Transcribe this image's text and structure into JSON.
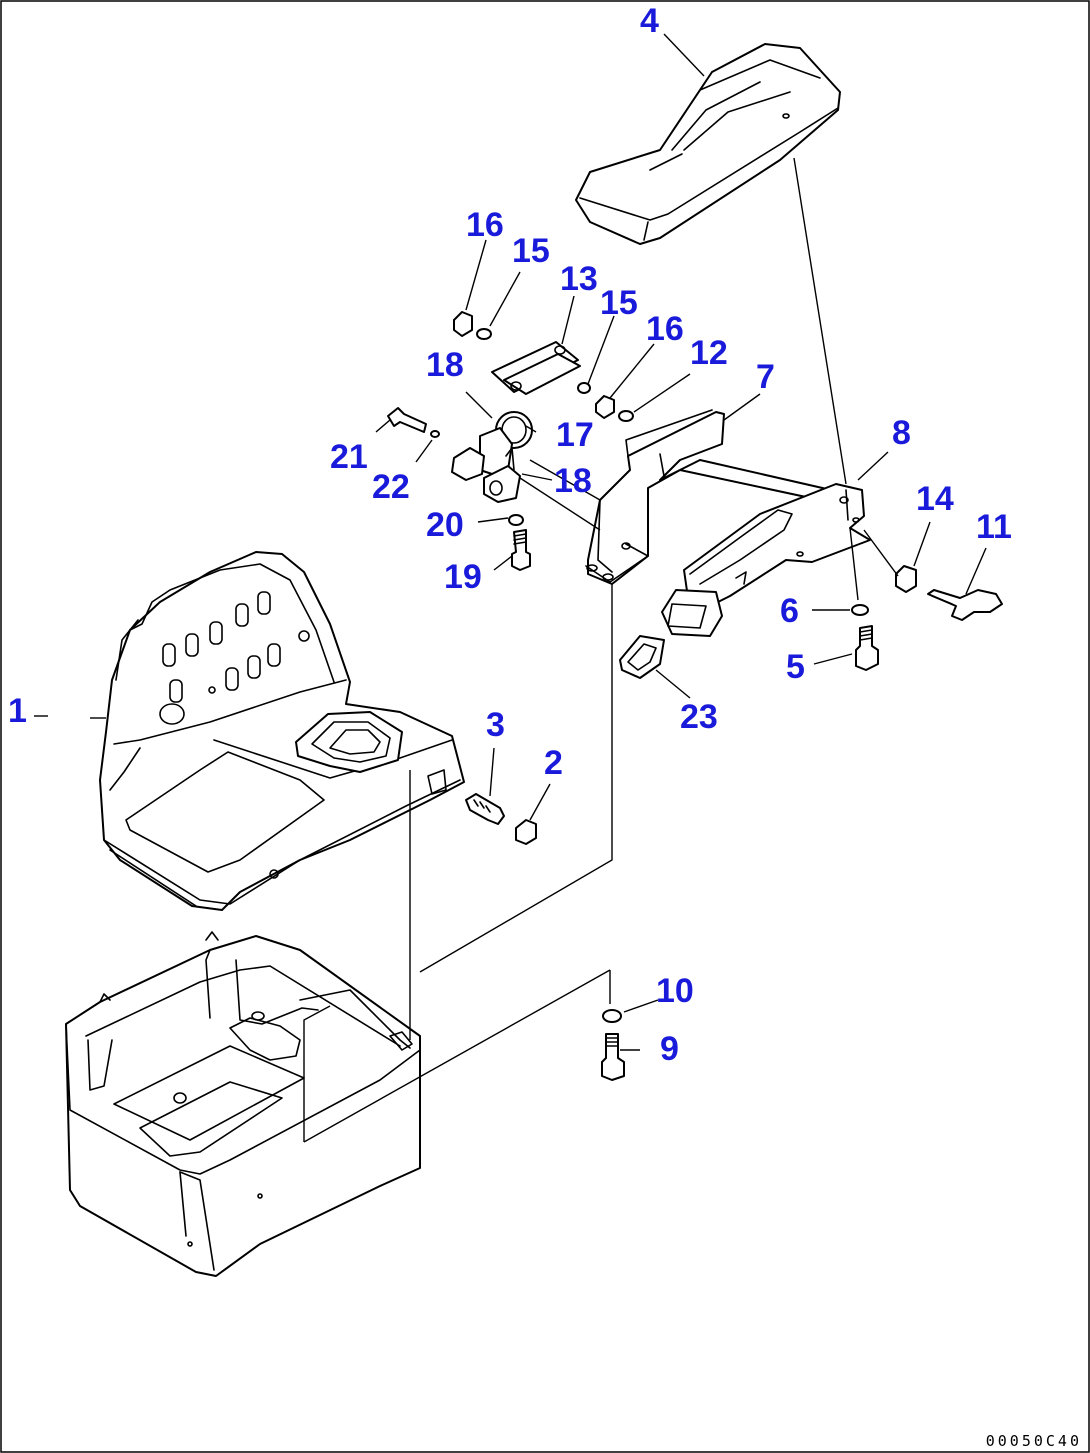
{
  "diagram": {
    "callouts": {
      "c1": "1",
      "c2": "2",
      "c3": "3",
      "c4": "4",
      "c5": "5",
      "c6": "6",
      "c7": "7",
      "c8": "8",
      "c9": "9",
      "c10": "10",
      "c11": "11",
      "c12": "12",
      "c13": "13",
      "c14": "14",
      "c15a": "15",
      "c15b": "15",
      "c16a": "16",
      "c16b": "16",
      "c17": "17",
      "c18a": "18",
      "c18b": "18",
      "c19": "19",
      "c20": "20",
      "c21": "21",
      "c22": "22",
      "c23": "23"
    },
    "drawing_code": "00050C40",
    "callout_color": "#1a1adb"
  }
}
